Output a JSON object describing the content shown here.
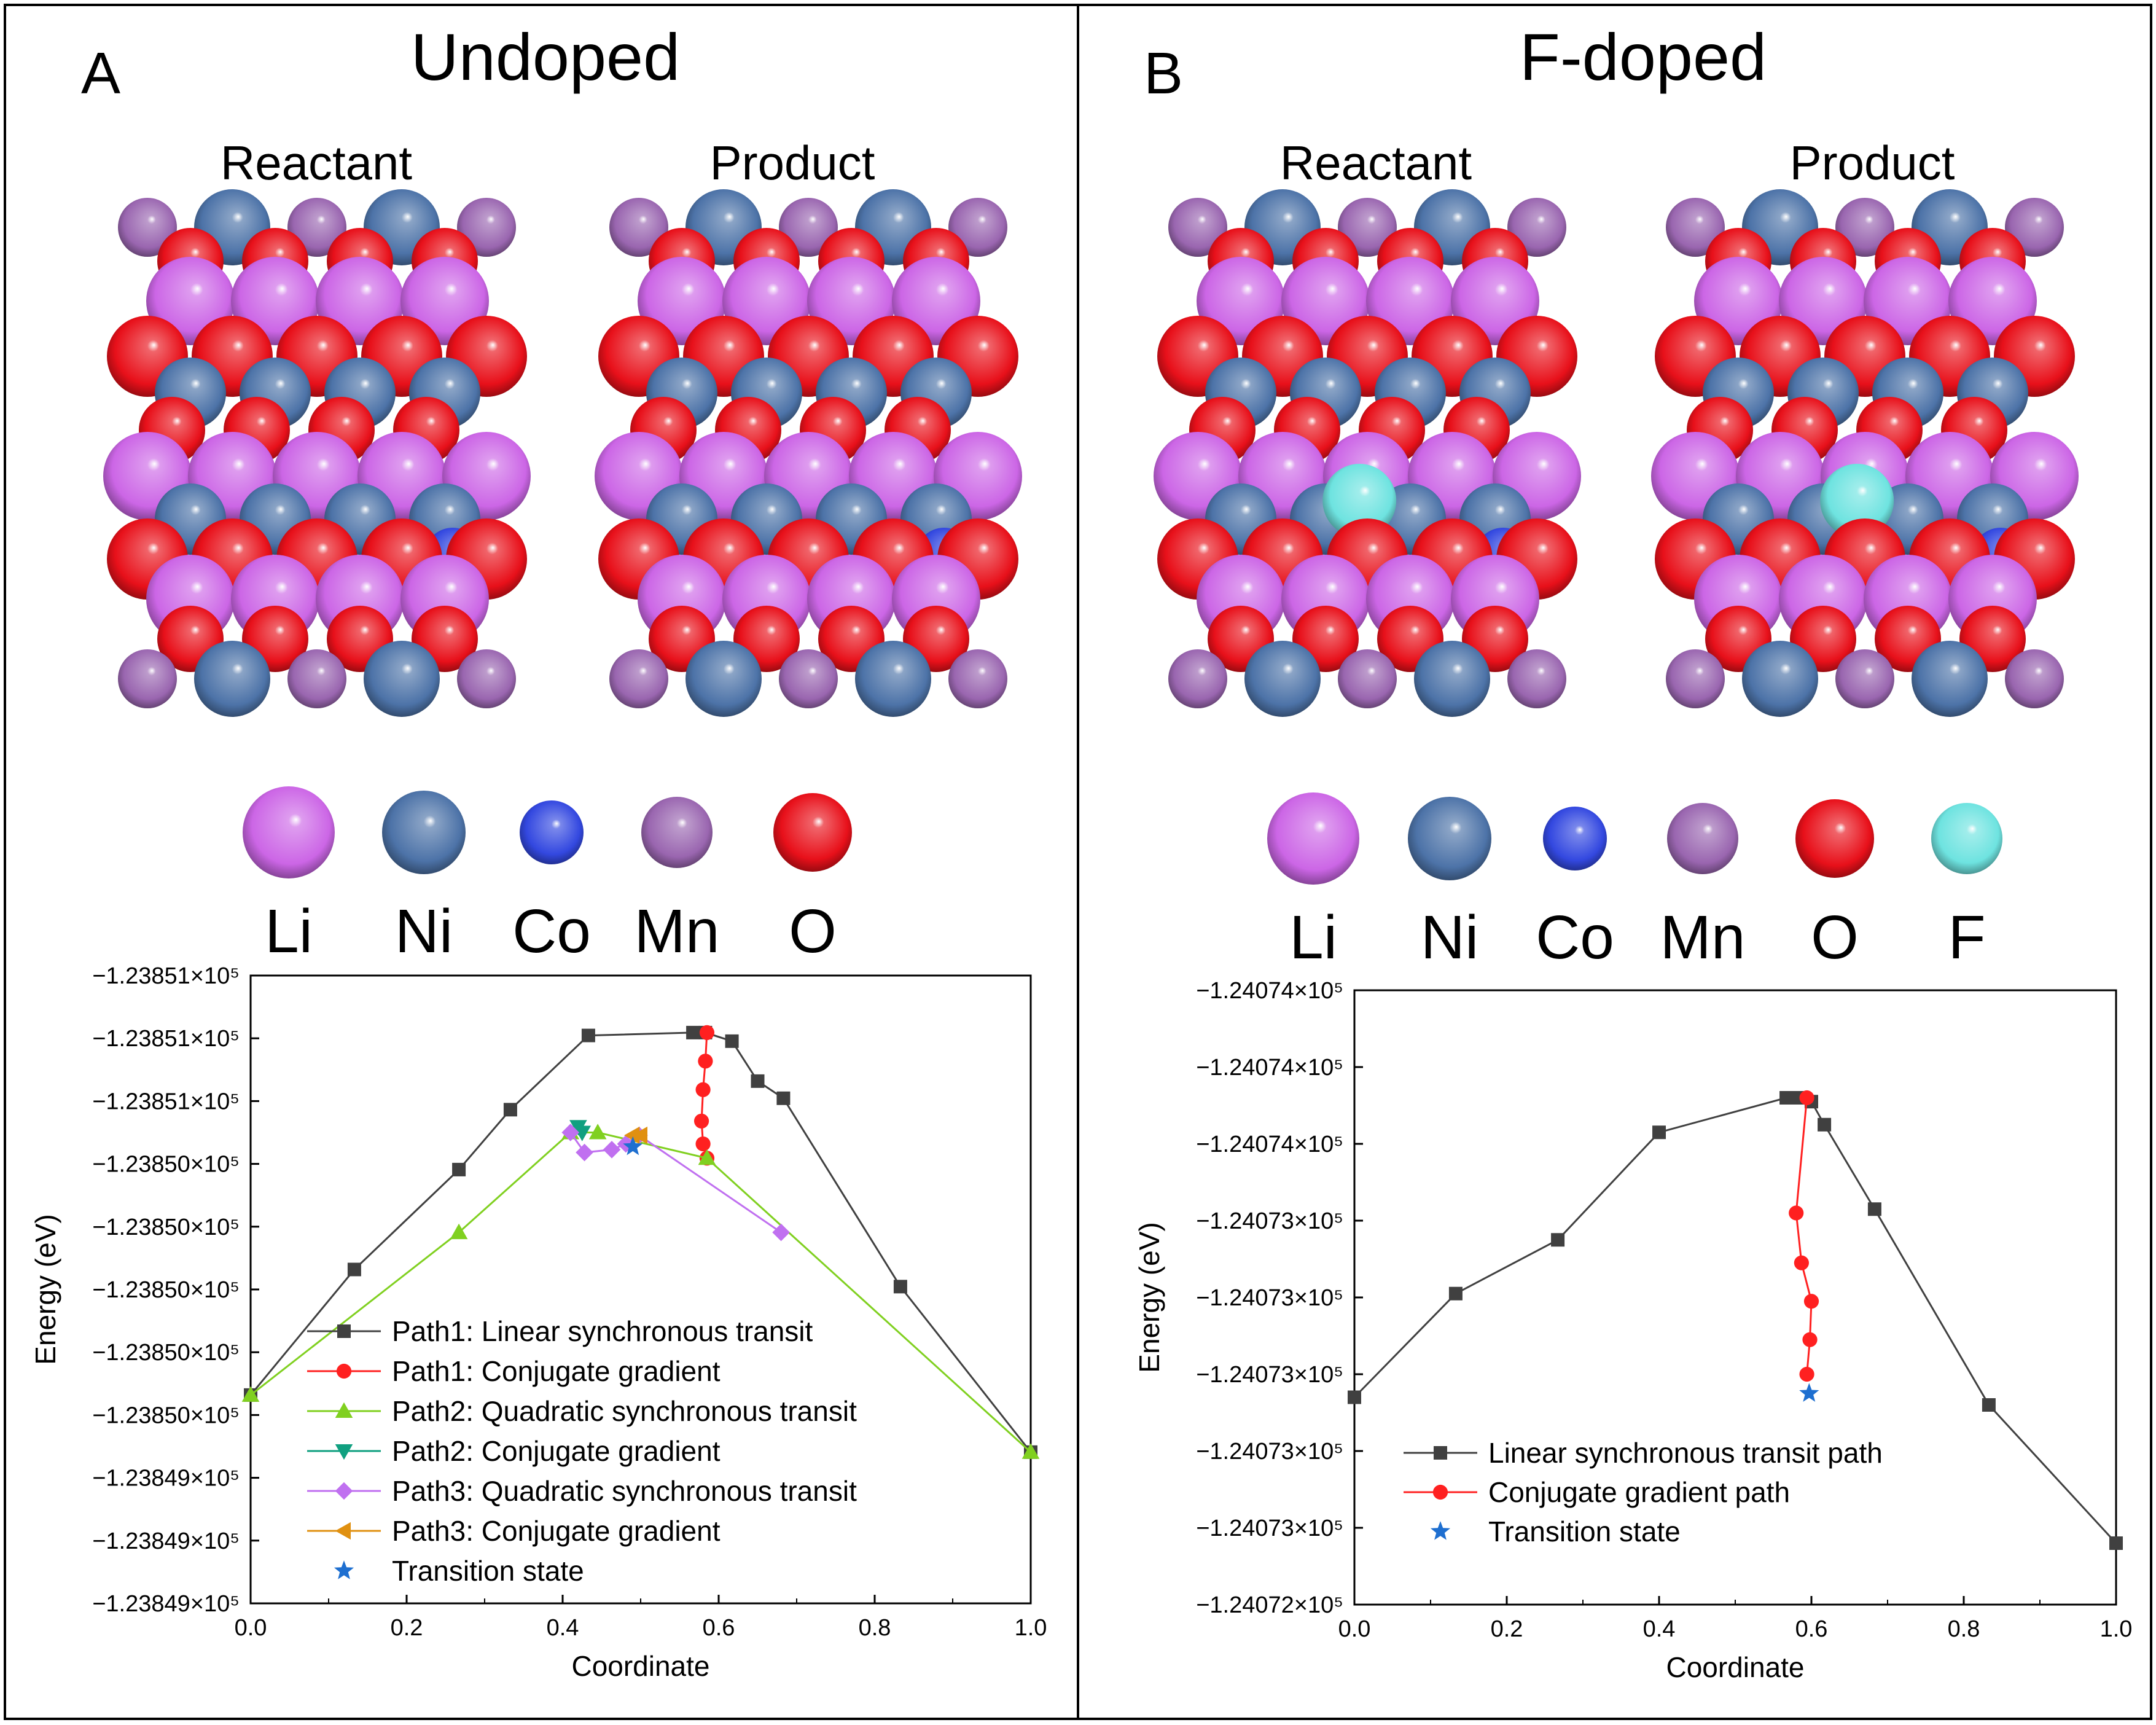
{
  "colors": {
    "Li": "#cc66e6",
    "Ni": "#4d73a8",
    "Co": "#3348e0",
    "Mn": "#9a66b0",
    "O": "#e8101a",
    "F": "#6ee3e0"
  },
  "panels": [
    {
      "letter": "A",
      "title": "Undoped",
      "reactant_label": "Reactant",
      "product_label": "Product",
      "elements": [
        "Li",
        "Ni",
        "Co",
        "Mn",
        "O"
      ]
    },
    {
      "letter": "B",
      "title": "F-doped",
      "reactant_label": "Reactant",
      "product_label": "Product",
      "elements": [
        "Li",
        "Ni",
        "Co",
        "Mn",
        "O",
        "F"
      ]
    }
  ],
  "chart_data": [
    {
      "type": "line",
      "xlabel": "Coordinate",
      "ylabel": "Energy (eV)",
      "xlim": [
        0.0,
        1.0
      ],
      "xticks": [
        "0.0",
        "0.2",
        "0.4",
        "0.6",
        "0.8",
        "1.0"
      ],
      "yticks": [
        "−1.23849×10⁵",
        "−1.23849×10⁵",
        "−1.23849×10⁵",
        "−1.23850×10⁵",
        "−1.23850×10⁵",
        "−1.23850×10⁵",
        "−1.23850×10⁵",
        "−1.23850×10⁵",
        "−1.23851×10⁵",
        "−1.23851×10⁵",
        "−1.23851×10⁵"
      ],
      "ylim": [
        -123851.2,
        -123849.0
      ],
      "legend_position": "bottom-left",
      "series": [
        {
          "name": "Path1: Linear synchronous transit",
          "color": "#404040",
          "marker": "square",
          "x": [
            0.0,
            0.133,
            0.267,
            0.333,
            0.433,
            0.567,
            0.583,
            0.617,
            0.65,
            0.683,
            0.833,
            1.0
          ],
          "y": [
            -123850.47,
            -123850.03,
            -123849.68,
            -123849.47,
            -123849.21,
            -123849.2,
            -123849.2,
            -123849.23,
            -123849.37,
            -123849.43,
            -123850.09,
            -123850.67
          ]
        },
        {
          "name": "Path1: Conjugate gradient",
          "color": "#ff2020",
          "marker": "circle",
          "x": [
            0.585,
            0.583,
            0.58,
            0.578,
            0.58,
            0.585
          ],
          "y": [
            -123849.2,
            -123849.3,
            -123849.4,
            -123849.51,
            -123849.59,
            -123849.64
          ]
        },
        {
          "name": "Path2: Quadratic synchronous transit",
          "color": "#80d020",
          "marker": "triangle-up",
          "x": [
            0.0,
            0.267,
            0.41,
            0.445,
            0.585,
            1.0
          ],
          "y": [
            -123850.47,
            -123849.9,
            -123849.55,
            -123849.55,
            -123849.64,
            -123850.67
          ]
        },
        {
          "name": "Path2: Conjugate gradient",
          "color": "#10a080",
          "marker": "triangle-down",
          "x": [
            0.42,
            0.425
          ],
          "y": [
            -123849.53,
            -123849.55
          ]
        },
        {
          "name": "Path3: Quadratic synchronous transit",
          "color": "#c070f0",
          "marker": "diamond",
          "x": [
            0.41,
            0.428,
            0.463,
            0.481,
            0.498,
            0.68
          ],
          "y": [
            -123849.55,
            -123849.62,
            -123849.61,
            -123849.59,
            -123849.56,
            -123849.9
          ]
        },
        {
          "name": "Path3: Conjugate gradient",
          "color": "#e09010",
          "marker": "triangle-left",
          "x": [
            0.49,
            0.5
          ],
          "y": [
            -123849.56,
            -123849.56
          ]
        },
        {
          "name": "Transition state",
          "color": "#1e6fd0",
          "marker": "star",
          "line": false,
          "x": [
            0.49
          ],
          "y": [
            -123849.6
          ]
        }
      ]
    },
    {
      "type": "line",
      "xlabel": "Coordinate",
      "ylabel": "Energy (eV)",
      "xlim": [
        0.0,
        1.0
      ],
      "xticks": [
        "0.0",
        "0.2",
        "0.4",
        "0.6",
        "0.8",
        "1.0"
      ],
      "yticks": [
        "−1.24072×10⁵",
        "−1.24073×10⁵",
        "−1.24073×10⁵",
        "−1.24073×10⁵",
        "−1.24073×10⁵",
        "−1.24073×10⁵",
        "−1.24074×10⁵",
        "−1.24074×10⁵",
        "−1.24074×10⁵"
      ],
      "ylim": [
        -124074.05,
        -124072.45
      ],
      "legend_position": "bottom-left",
      "series": [
        {
          "name": "Linear synchronous transit path",
          "color": "#404040",
          "marker": "square",
          "x": [
            0.0,
            0.133,
            0.267,
            0.4,
            0.567,
            0.583,
            0.6,
            0.617,
            0.683,
            0.833,
            1.0
          ],
          "y": [
            -124073.51,
            -124073.24,
            -124073.1,
            -124072.82,
            -124072.73,
            -124072.73,
            -124072.74,
            -124072.8,
            -124073.02,
            -124073.53,
            -124073.89
          ]
        },
        {
          "name": "Conjugate gradient path",
          "color": "#ff2020",
          "marker": "circle",
          "x": [
            0.594,
            0.58,
            0.587,
            0.6,
            0.598,
            0.594
          ],
          "y": [
            -124072.73,
            -124073.03,
            -124073.16,
            -124073.26,
            -124073.36,
            -124073.45
          ]
        },
        {
          "name": "Transition state",
          "color": "#1e6fd0",
          "marker": "star",
          "line": false,
          "x": [
            0.597
          ],
          "y": [
            -124073.5
          ]
        }
      ]
    }
  ]
}
